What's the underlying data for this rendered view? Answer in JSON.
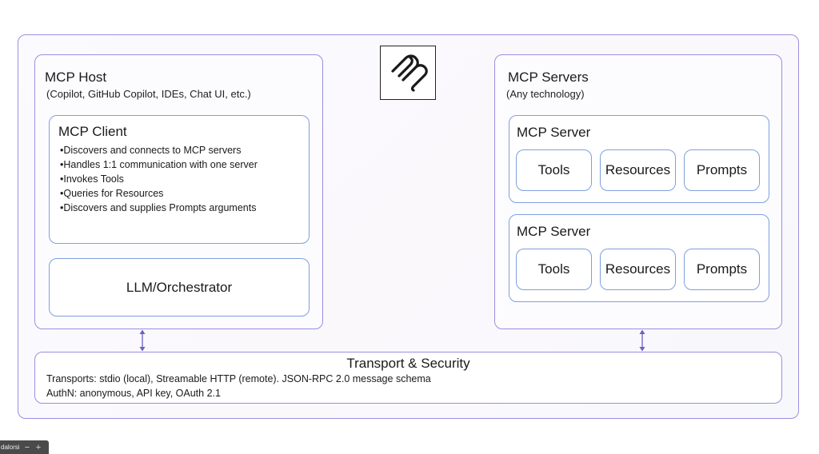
{
  "host": {
    "title": "MCP Host",
    "subtitle": "(Copilot, GitHub Copilot, IDEs, Chat UI, etc.)",
    "client": {
      "title": "MCP Client",
      "bullets": [
        "•Discovers and connects to MCP servers",
        "•Handles 1:1 communication with one server",
        "•Invokes Tools",
        "•Queries for Resources",
        "•Discovers and supplies Prompts arguments"
      ]
    },
    "llm_label": "LLM/Orchestrator"
  },
  "servers": {
    "title": "MCP Servers",
    "subtitle": "(Any technology)",
    "items": [
      {
        "title": "MCP Server",
        "capabilities": [
          "Tools",
          "Resources",
          "Prompts"
        ]
      },
      {
        "title": "MCP Server",
        "capabilities": [
          "Tools",
          "Resources",
          "Prompts"
        ]
      }
    ]
  },
  "transport": {
    "title": "Transport & Security",
    "line1": "Transports: stdio (local), Streamable HTTP (remote). JSON-RPC 2.0 message schema",
    "line2": "AuthN: anonymous, API key, OAuth 2.1"
  },
  "logo_icon": "mcp-logo-icon",
  "tabbar": {
    "label": "dalorsi",
    "minus": "−",
    "plus": "+"
  },
  "colors": {
    "border": "#9b8fe0",
    "inner_border": "#7ea0dc",
    "arrow": "#6b5fc7"
  }
}
